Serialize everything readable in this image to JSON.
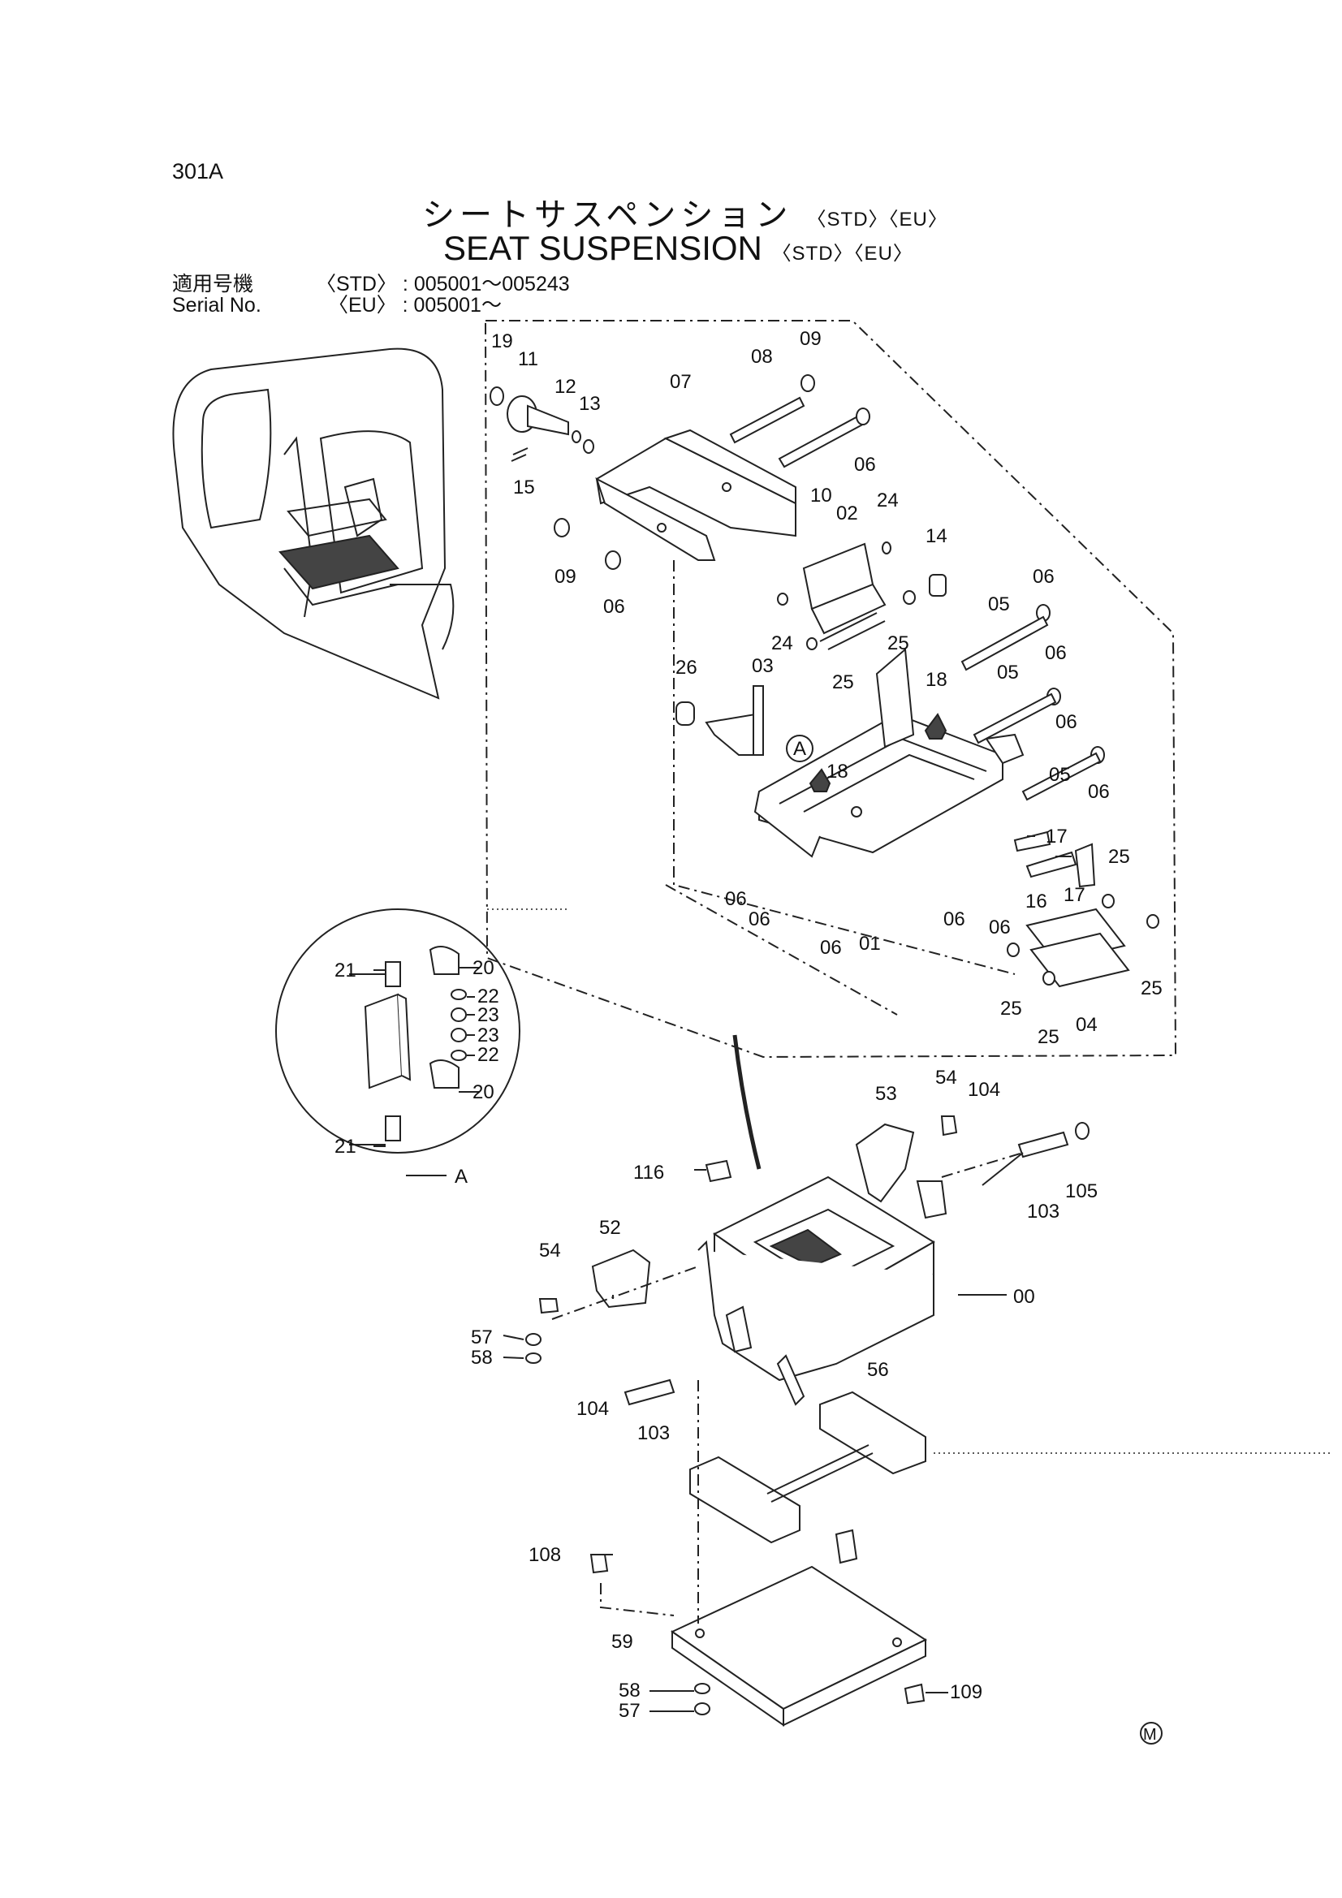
{
  "header": {
    "page_code": "301A",
    "title_jp": "シートサスペンション",
    "title_en": "SEAT SUSPENSION",
    "tags": [
      "〈STD〉",
      "〈EU〉"
    ],
    "serial_label_jp": "適用号機",
    "serial_label_en": "Serial No.",
    "serial_std_tag": "〈STD〉",
    "serial_std_range": ": 005001～005243",
    "serial_eu_tag": "〈EU〉",
    "serial_eu_range": ": 005001～"
  },
  "detail": {
    "label": "A",
    "callouts": [
      "21",
      "20",
      "22",
      "23",
      "23",
      "22",
      "20",
      "21"
    ]
  },
  "upper_callouts": [
    "19",
    "11",
    "12",
    "13",
    "07",
    "08",
    "09",
    "15",
    "06",
    "10",
    "24",
    "02",
    "09",
    "06",
    "14",
    "24",
    "06",
    "25",
    "25",
    "05",
    "06",
    "26",
    "03",
    "18",
    "05",
    "06",
    "A",
    "18",
    "05",
    "06",
    "17",
    "17",
    "25",
    "06",
    "06",
    "16",
    "06",
    "06",
    "01",
    "06",
    "25",
    "25",
    "25",
    "04"
  ],
  "lower_callouts": [
    "53",
    "54",
    "104",
    "116",
    "105",
    "103",
    "52",
    "54",
    "00",
    "57",
    "58",
    "56",
    "104",
    "103",
    "108",
    "59",
    "109",
    "58",
    "57"
  ],
  "footer": {
    "mark": "M"
  }
}
